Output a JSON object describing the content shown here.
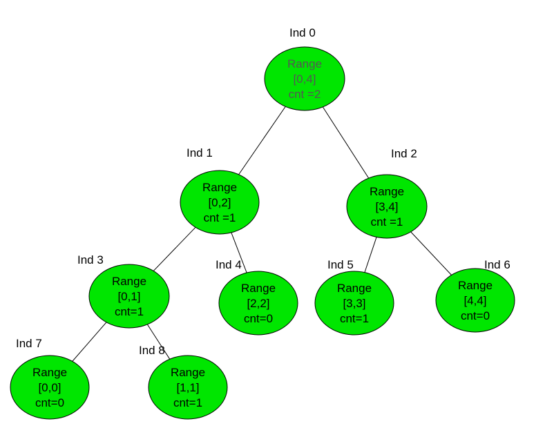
{
  "diagram": {
    "fill_color": "#00e600",
    "nodes": [
      {
        "id": "ind0",
        "index_label": "Ind 0",
        "lines": [
          "Range",
          "[0,4]",
          "cnt =2"
        ],
        "text_color": "#555555"
      },
      {
        "id": "ind1",
        "index_label": "Ind 1",
        "lines": [
          "Range",
          "[0,2]",
          "cnt =1"
        ]
      },
      {
        "id": "ind2",
        "index_label": "Ind 2",
        "lines": [
          "Range",
          "[3,4]",
          "cnt =1"
        ]
      },
      {
        "id": "ind3",
        "index_label": "Ind 3",
        "lines": [
          "Range",
          "[0,1]",
          "cnt=1"
        ]
      },
      {
        "id": "ind4",
        "index_label": "Ind 4",
        "lines": [
          "Range",
          "[2,2]",
          "cnt=0"
        ]
      },
      {
        "id": "ind5",
        "index_label": "Ind 5",
        "lines": [
          "Range",
          "[3,3]",
          "cnt=1"
        ]
      },
      {
        "id": "ind6",
        "index_label": "Ind 6",
        "lines": [
          "Range",
          "[4,4]",
          "cnt=0"
        ]
      },
      {
        "id": "ind7",
        "index_label": "Ind 7",
        "lines": [
          "Range",
          "[0,0]",
          "cnt=0"
        ]
      },
      {
        "id": "ind8",
        "index_label": "Ind 8",
        "lines": [
          "Range",
          "[1,1]",
          "cnt=1"
        ]
      }
    ],
    "edges": [
      [
        "ind0",
        "ind1"
      ],
      [
        "ind0",
        "ind2"
      ],
      [
        "ind1",
        "ind3"
      ],
      [
        "ind1",
        "ind4"
      ],
      [
        "ind2",
        "ind5"
      ],
      [
        "ind2",
        "ind6"
      ],
      [
        "ind3",
        "ind7"
      ],
      [
        "ind3",
        "ind8"
      ]
    ]
  }
}
